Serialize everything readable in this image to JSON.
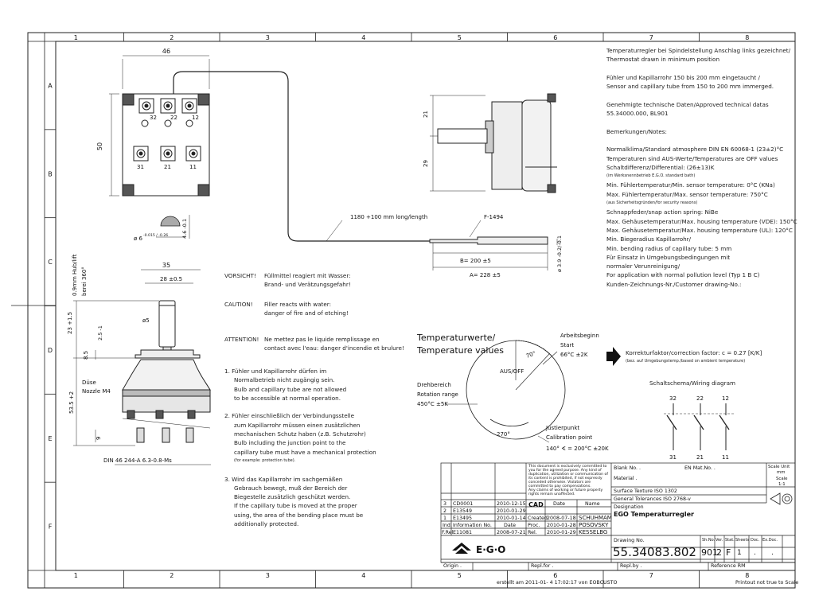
{
  "frame": {
    "col_labels": [
      "1",
      "2",
      "3",
      "4",
      "5",
      "6",
      "7",
      "8"
    ],
    "row_labels": [
      "A",
      "B",
      "C",
      "D",
      "E",
      "F"
    ]
  },
  "dims": {
    "w46": "46",
    "h50": "50",
    "d6": "ø 6",
    "d6_tol": "-0.015 / -0.26",
    "h46": "4.6 -0.1",
    "w35": "35",
    "w28": "28 ±0.5",
    "d5": "ø5",
    "h0_9": "0.9mm Hub/lift",
    "rot": "berei 360°",
    "h23": "23 +1.5",
    "h25": "2.5 -1",
    "h8_5": "8.5",
    "h53": "53.5 +2",
    "h9": "9",
    "tab_spec": "DIN 46 244-A 6.3-0.8-Ms",
    "duse": "Düse",
    "nozzle": "Nozzle M4",
    "side21": "21",
    "side29": "29",
    "capillary": "1180 +100 mm long/length",
    "f1494": "F-1494",
    "b200": "B= 200 ±5",
    "a228": "A= 228 ±5",
    "d39": "ø 3.9 -0.2/-0.1"
  },
  "terminals": {
    "top": [
      "32",
      "22",
      "12"
    ],
    "bottom": [
      "31",
      "21",
      "11"
    ]
  },
  "warnings": {
    "de_label": "VORSICHT!",
    "de_text": [
      "Füllmittel reagiert mit Wasser:",
      "Brand- und Verätzungsgefahr!"
    ],
    "en_label": "CAUTION!",
    "en_text": [
      "Filler reacts with water:",
      "danger of fire and of etching!"
    ],
    "fr_label": "ATTENTION!",
    "fr_text": [
      "Ne mettez pas le liquide remplissage en",
      "contact avec l'eau: danger d'incendie et brulure!"
    ]
  },
  "instructions": [
    "1.  Fühler und Kapillarrohr dürfen im",
    "Normalbetrieb nicht zugängig sein.",
    "Bulb and capillary tube are not allowed",
    "to be accessible at normal operation.",
    "",
    "2.  Fühler einschließlich der Verbindungsstelle",
    "zum Kapillarrohr müssen einen zusätzlichen",
    "mechanischen Schutz haben (z.B. Schutzrohr)",
    "Bulb including the junction point to the",
    "capillary tube must have a mechanical protection",
    "(for example: protection tube).",
    "",
    "3.  Wird das Kapillarrohr im sachgemäßen",
    "Gebrauch bewegt, muß der Bereich der",
    "Biegestelle zusätzlich geschützt werden.",
    "If the capillary tube is moved at the proper",
    "using, the area of the bending place must be",
    "additionally protected."
  ],
  "dial": {
    "title_de": "Temperaturwerte/",
    "title_en": "Temperature values",
    "off_label": "AUS/OFF",
    "angle70": "70°",
    "angle270": "270°",
    "work_begin": [
      "Arbeitsbeginn",
      "Start",
      "66°C ±2K"
    ],
    "rotation": [
      "Drehbereich",
      "Rotation range",
      "450°C ±5K"
    ],
    "calib": [
      "Justierpunkt",
      "Calibration point",
      "140° ∢ = 200°C ±20K"
    ]
  },
  "notes": [
    "Temperaturregler bei Spindelstellung Anschlag links gezeichnet/",
    "Thermostat drawn in minimum position",
    "",
    "Fühler und Kapillarrohr 150 bis 200 mm eingetaucht /",
    "Sensor and capillary tube from 150 to 200 mm immerged.",
    "",
    "Genehmigte technische Daten/Approved technical datas",
    "55.34000.000, BL901",
    "",
    "Bemerkungen/Notes:",
    "",
    "Normalklima/Standard atmosphere DIN EN 60068-1 (23±2)°C",
    "Temperaturen sind AUS-Werte/Temperatures are OFF values",
    "Schaltdifferenz/Differential: (26±13)K",
    "(im Werksnennbetrieb E.G.O. standard bath)",
    "Min. Fühlertemperatur/Min. sensor temperature:       0°C (KNa)",
    "Max. Fühlertemperatur/Max. sensor temperature: 750°C",
    "(aus Sicherheitsgründen/for security reasons)",
    "Schnappfeder/snap action spring: NiBe",
    "Max. Gehäusetemperatur/Max. housing temperature (VDE): 150°C",
    "Max. Gehäusetemperatur/Max. housing temperature (UL):    120°C",
    "Min. Biegeradius Kapillarrohr/",
    "Min. bending radius of capillary tube: 5 mm",
    "Für Einsatz in Umgebungsbedingungen mit",
    "normaler Verunreinigung/",
    "For application with normal pollution level (Typ 1 B C)",
    "Kunden-Zeichnungs-Nr./Customer drawing-No.:"
  ],
  "correction": {
    "text": "Korrekturfaktor/correction factor: c = 0.27 [K/K]",
    "sub": "(bez. auf Umgebungstemp./based on ambient temperature)"
  },
  "wiring": {
    "title": "Schaltschema/Wiring diagram",
    "top": [
      "32",
      "22",
      "12"
    ],
    "bottom": [
      "31",
      "21",
      "11"
    ]
  },
  "titleblock": {
    "legal": [
      "This document is exclusively committed to",
      "you for the agreed purpose. Any kind of",
      "duplication, utilization or communication of",
      "its content is prohibited, if not expressly",
      "conceded otherwise. Violators are",
      "committed to pay compensations.",
      "Any claims of working or future property",
      "rights remain unaffected."
    ],
    "revisions": [
      {
        "no": "3",
        "info": "CD0001",
        "date": "2010-12-15"
      },
      {
        "no": "2",
        "info": "E13549",
        "date": "2010-01-29"
      },
      {
        "no": "1",
        "info": "E13495",
        "date": "2010-01-14"
      }
    ],
    "rev_headers": {
      "idx": "Ind.",
      "info": "Information No.",
      "date": "Date"
    },
    "fref_label": "F.Rel.",
    "fref_info": "E11081",
    "fref_date": "2008-07-21",
    "cad": "CAD",
    "date_h": "Date",
    "name_h": "Name",
    "created": "Created",
    "created_date": "2008-07-18",
    "created_name": "SCHUHMAM",
    "proc": "Proc.",
    "proc_date": "2010-01-28",
    "proc_name": "POSOVSKY",
    "rel": "Rel.",
    "rel_date": "2010-01-29",
    "rel_name": "KESSELBG",
    "blank_no": "Blank No.   .",
    "en_mat": "EN Mat.No.   .",
    "material": "Material    .",
    "surface": "Surface Texture ISO 1302",
    "tolerances": "General Tolerances   ISO 2768-v",
    "designation_label": "Designation",
    "designation": "EGO Temperaturregler",
    "drawing_no_label": "Drawing No.",
    "drawing_no": "55.34083.802",
    "sh_no_label": "Sh.No.",
    "sh_no": "901",
    "ver_label": "Ver.",
    "ver": "2",
    "stat_label": "Stat.",
    "stat": "F",
    "sheets_label": "Sheets",
    "sheets": "1",
    "doc_label": "Doc.",
    "doc": ".",
    "exdoc_label": "Ex.Doc.",
    "exdoc": ".",
    "scale_unit_label": "Scale Unit",
    "scale_unit": "mm",
    "scale_label": "Scale",
    "scale": "1:1",
    "logo": "E·G·O",
    "origin": "Origin .",
    "repl_for": "Repl.for .",
    "repl_by": "Repl.by .",
    "reference": "Reference RM"
  },
  "footer": {
    "created_line": "erstellt am 2011-01- 4 17:02:17 von EOBCUSTO",
    "print_note": "Printout not true to Scale"
  }
}
